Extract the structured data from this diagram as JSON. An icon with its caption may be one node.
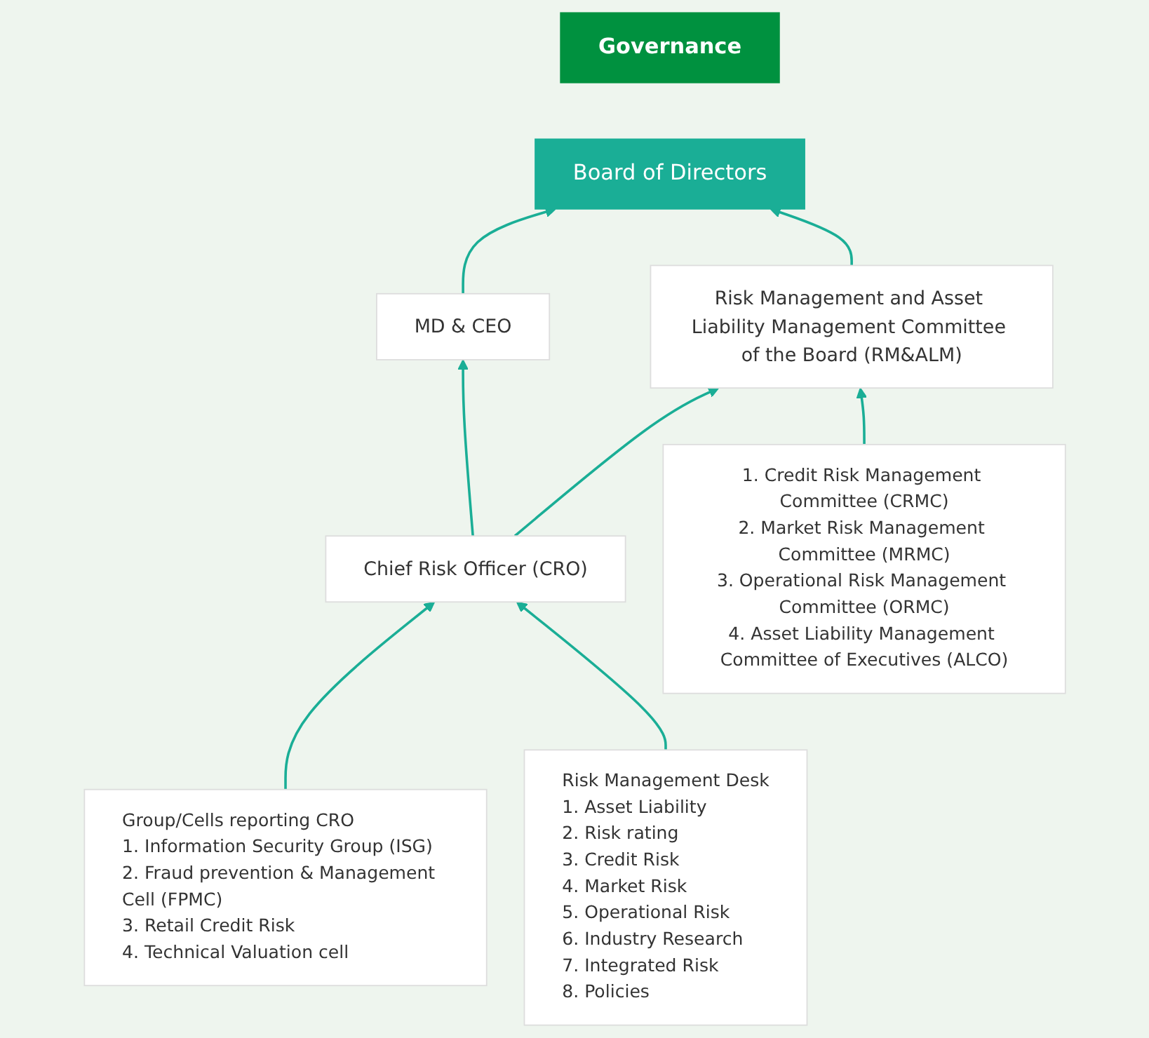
{
  "diagram": {
    "nodes": [
      {
        "text": [
          "Governance"
        ]
      },
      {
        "text": [
          "Board of Directors"
        ]
      },
      {
        "text": [
          "Risk Management and Asset Liability Management Committee of the Board (RM&ALM)"
        ]
      },
      {
        "text": [
          "MD & CEO"
        ]
      },
      {
        "text": [
          "Chief Risk Officer (CRO)"
        ]
      },
      {
        "text": [
          "1. Credit Risk Management Committee (CRMC)",
          "2. Market Risk Management Committee (MRMC)",
          "3. Operational Risk Management Committee (ORMC)",
          "4. Asset Liability Management Committee of Executives (ALCO)"
        ]
      },
      {
        "text": [
          "Group/Cells reporting CRO",
          "1. Information Security Group (ISG)",
          "2. Fraud prevention & Management Cell (FPMC)",
          "3. Retail Credit Risk",
          "4. Technical Valuation cell"
        ]
      },
      {
        "text": [
          "Risk Management Desk",
          "1. Asset Liability",
          "2. Risk rating",
          "3. Credit Risk",
          "4. Market Risk",
          "5. Operational Risk",
          "6. Industry Research",
          "7. Integrated Risk",
          "8. Policies"
        ]
      }
    ],
    "edges": [
      {
        "from": 2,
        "to": 1,
        "arrow": "to"
      },
      {
        "from": 3,
        "to": 1,
        "arrow": "to"
      },
      {
        "from": 4,
        "to": 3,
        "arrow": "to"
      },
      {
        "from": 4,
        "to": 2,
        "arrow": "to"
      },
      {
        "from": 5,
        "to": 2,
        "arrow": "to"
      },
      {
        "from": 6,
        "to": 4,
        "arrow": "to"
      },
      {
        "from": 7,
        "to": 4,
        "arrow": "to"
      }
    ]
  }
}
